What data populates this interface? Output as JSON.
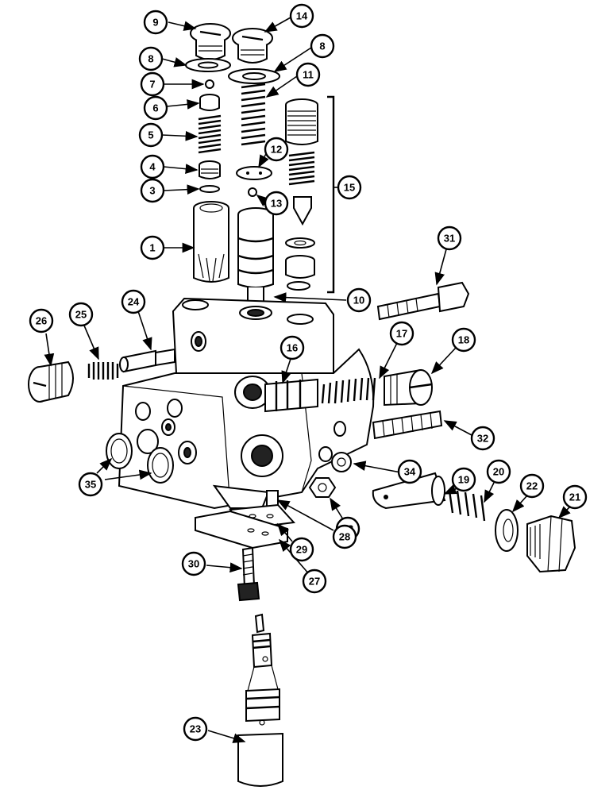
{
  "figure": {
    "callouts": [
      "1",
      "3",
      "4",
      "5",
      "6",
      "7",
      "8",
      "9",
      "10",
      "11",
      "12",
      "13",
      "14",
      "15",
      "16",
      "17",
      "18",
      "19",
      "20",
      "21",
      "22",
      "23",
      "24",
      "25",
      "26",
      "27",
      "28",
      "29",
      "30",
      "31",
      "32",
      "33",
      "34",
      "35"
    ]
  }
}
